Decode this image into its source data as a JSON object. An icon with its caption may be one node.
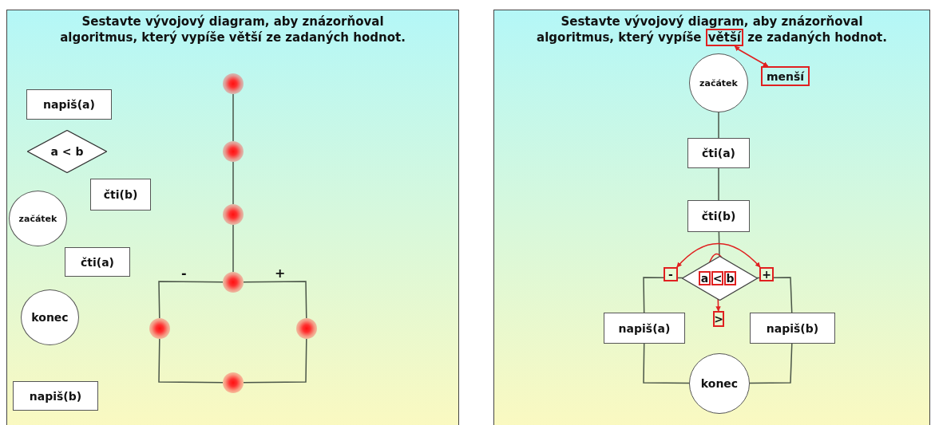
{
  "diagram": {
    "nodes": [
      {
        "text": [
          "Sestavte vývojový diagram, aby znázorňoval algoritmus, který vypíše větší ze zadaných hodnot."
        ]
      },
      {
        "text": [
          "napiš(a)"
        ],
        "in": 0
      },
      {
        "text": [
          "a < b"
        ],
        "in": 0
      },
      {
        "text": [
          "čti(b)"
        ],
        "in": 0
      },
      {
        "text": [
          "začátek"
        ],
        "in": 0
      },
      {
        "text": [
          "čti(a)"
        ],
        "in": 0
      },
      {
        "text": [
          "konec"
        ],
        "in": 0
      },
      {
        "text": [
          "napiš(b)"
        ],
        "in": 0
      },
      {
        "text": [],
        "shape": "circle",
        "in": 0
      },
      {
        "text": [],
        "shape": "circle",
        "in": 0
      },
      {
        "text": [],
        "shape": "circle",
        "in": 0
      },
      {
        "text": [],
        "shape": "circle",
        "in": 0
      },
      {
        "text": [],
        "shape": "circle",
        "in": 0
      },
      {
        "text": [],
        "shape": "circle",
        "in": 0
      },
      {
        "text": [],
        "shape": "circle",
        "in": 0
      },
      {
        "text": [
          "Sestavte vývojový diagram, aby znázorňoval algoritmus, který vypíše",
          "ze zadaných hodnot."
        ]
      },
      {
        "text": [
          "větší"
        ],
        "in": 15
      },
      {
        "text": [
          "menší"
        ],
        "in": 15
      },
      {
        "text": [
          "začátek"
        ],
        "in": 15
      },
      {
        "text": [
          "čti(a)"
        ],
        "in": 15
      },
      {
        "text": [
          "čti(b)"
        ],
        "in": 15
      },
      {
        "text": [
          "-"
        ],
        "in": 15
      },
      {
        "text": [],
        "shape": "diamond",
        "in": 15
      },
      {
        "text": [
          "a"
        ],
        "in": 22
      },
      {
        "text": [
          "<"
        ],
        "in": 22
      },
      {
        "text": [
          "b"
        ],
        "in": 22
      },
      {
        "text": [
          "+"
        ],
        "in": 15
      },
      {
        "text": [
          ">"
        ],
        "in": 15
      },
      {
        "text": [
          "napiš(a)"
        ],
        "in": 15
      },
      {
        "text": [
          "napiš(b)"
        ],
        "in": 15
      },
      {
        "text": [
          "konec"
        ],
        "in": 15
      }
    ],
    "edges": [
      {
        "from": 8,
        "to": 9,
        "arrow": "none"
      },
      {
        "from": 9,
        "to": 10,
        "arrow": "none"
      },
      {
        "from": 10,
        "to": 11,
        "arrow": "none"
      },
      {
        "from": 11,
        "to": 12,
        "arrow": "none"
      },
      {
        "from": 11,
        "to": 13,
        "arrow": "none"
      },
      {
        "from": 12,
        "to": 14,
        "arrow": "none"
      },
      {
        "from": 13,
        "to": 14,
        "arrow": "none"
      },
      {
        "from": 16,
        "to": 17,
        "arrow": "both",
        "color": "#e02020"
      },
      {
        "from": 18,
        "to": 19,
        "arrow": "none"
      },
      {
        "from": 19,
        "to": 20,
        "arrow": "none"
      },
      {
        "from": 20,
        "to": 22,
        "arrow": "none"
      },
      {
        "from": 21,
        "to": 26,
        "arrow": "both",
        "color": "#e02020"
      },
      {
        "from": 23,
        "to": 25,
        "arrow": "both",
        "color": "#e02020"
      },
      {
        "from": 24,
        "to": 27,
        "arrow": "both",
        "color": "#e02020"
      },
      {
        "from": 22,
        "to": 28,
        "arrow": "none"
      },
      {
        "from": 22,
        "to": 29,
        "arrow": "none"
      },
      {
        "from": 28,
        "to": 30,
        "arrow": "none"
      },
      {
        "from": 29,
        "to": 30,
        "arrow": "none"
      }
    ],
    "labels": [
      "-",
      "+"
    ]
  }
}
